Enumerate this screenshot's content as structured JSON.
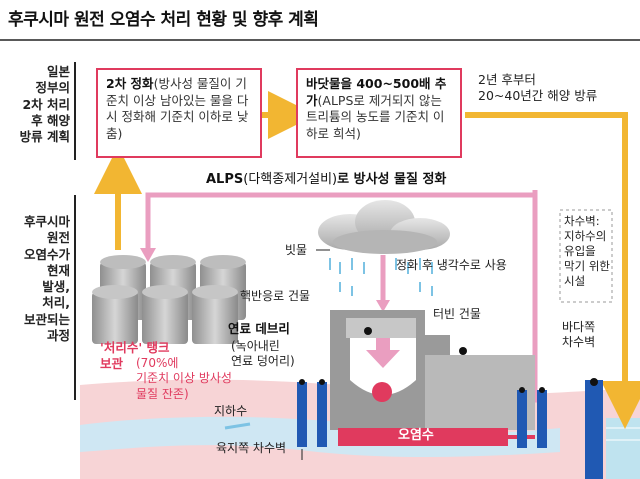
{
  "title": "후쿠시마 원전 오염수 처리 현황 및 향후 계획",
  "section_plan": "일본\n정부의\n2차 처리\n후 해양\n방류 계획",
  "section_now": "후쿠시마\n원전\n오염수가\n현재\n발생,\n처리,\n보관되는\n과정",
  "box1": {
    "head": "2차 정화",
    "text": "(방사성 물질이 기준치 이상 남아있는 물을 다시 정화해 기준치 이하로 낮춤)"
  },
  "box2": {
    "head": "바닷물을 400~500배 추가",
    "text": "(ALPS로 제거되지 않는 트리튬의 농도를 기준치 이하로 희석)"
  },
  "release_note": "2년 후부터\n20~40년간 해양 방류",
  "alps": {
    "head": "ALPS",
    "mid": "(다핵종제거설비)",
    "tail": "로 방사성 물질 정화"
  },
  "rain": "빗물",
  "cooling": "정화 후 냉각수로 사용",
  "reactor_building": "핵반응로 건물",
  "turbine_building": "터빈 건물",
  "debris": {
    "head": "연료 데브리",
    "sub": "(녹아내린\n연료 덩어리)"
  },
  "tank": {
    "head1": "'처리수' 탱크",
    "head2": "보관",
    "sub": "(70%에\n기준치 이상 방사성\n물질 잔존)"
  },
  "groundwater": "지하수",
  "land_wall": "육지쪽 차수벽",
  "contaminated": "오염수",
  "sea_wall_note": "차수벽:\n지하수의\n유입을\n막기 위한\n시설",
  "sea_wall": "바다쪽\n차수벽",
  "colors": {
    "accent": "#e03a5e",
    "flow": "#f2b632",
    "alps_line": "#ea9ec0",
    "sea": "#c7e6f2",
    "soil": "#f7d4d6",
    "wall": "#2059b3"
  }
}
